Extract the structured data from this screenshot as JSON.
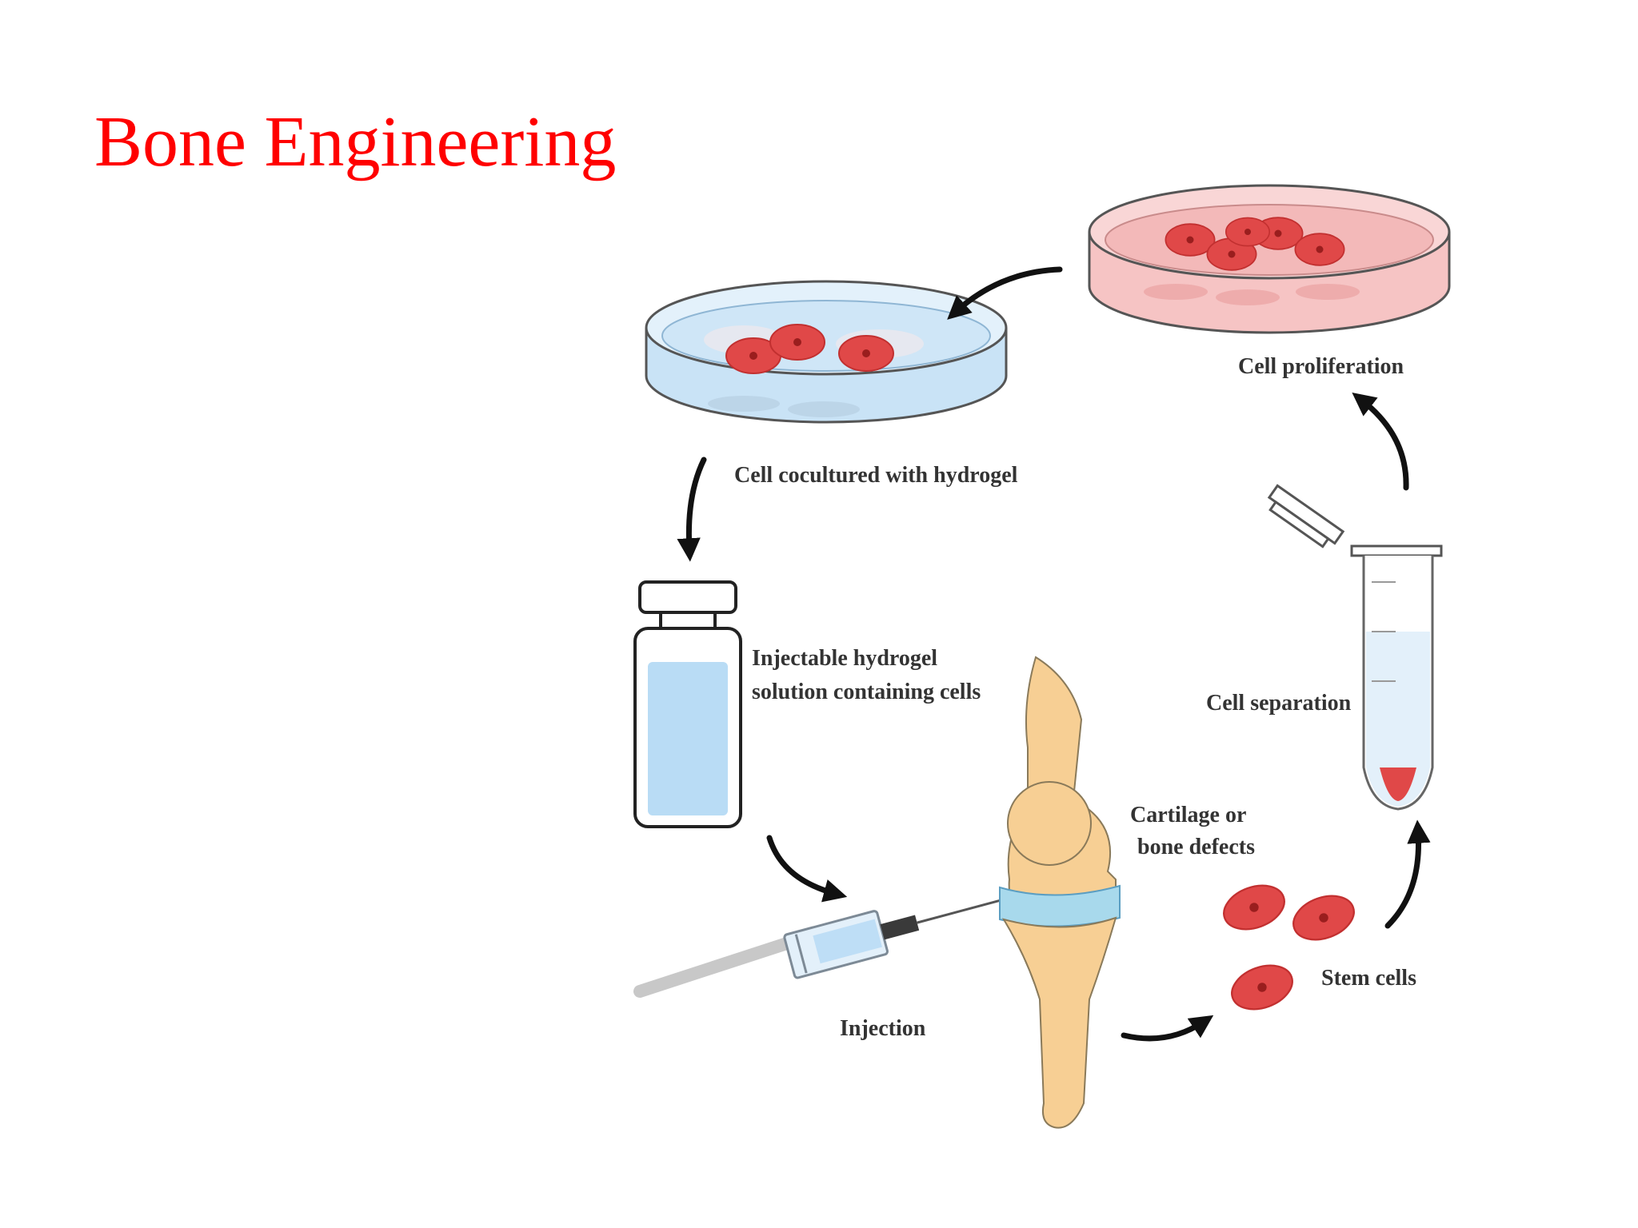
{
  "slide": {
    "title": "Bone Engineering"
  },
  "diagram": {
    "labels": {
      "cell_proliferation": "Cell proliferation",
      "cell_cocultured": "Cell cocultured with hydrogel",
      "injectable_line1": "Injectable hydrogel",
      "injectable_line2": "solution containing cells",
      "cell_separation": "Cell separation",
      "cartilage_line1": "Cartilage or",
      "cartilage_line2": "bone defects",
      "stem_cells": "Stem cells",
      "injection": "Injection"
    }
  },
  "colors": {
    "title": "#ff0000",
    "cell": "#e04848",
    "pink_dish": "#f3b9b9",
    "blue_dish": "#c9e3f6",
    "bone": "#f7cf94",
    "cartilage": "#a8d9ec"
  }
}
